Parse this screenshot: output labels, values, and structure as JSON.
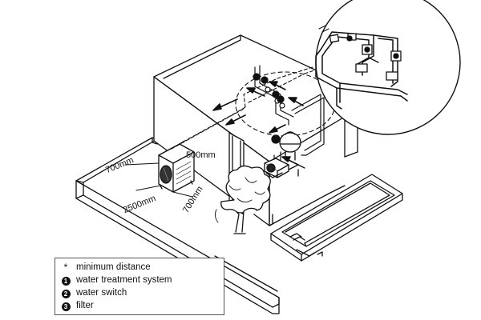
{
  "dimensions": {
    "top_clearance": "500mm",
    "left_clearance": "700mm",
    "front_clearance": "2500mm",
    "right_clearance": "700mm"
  },
  "legend": {
    "items": [
      {
        "symbol": "*",
        "text": "minimum distance"
      },
      {
        "symbol": "1",
        "text": "water treatment system"
      },
      {
        "symbol": "2",
        "text": "water switch"
      },
      {
        "symbol": "3",
        "text": "filter"
      }
    ]
  }
}
